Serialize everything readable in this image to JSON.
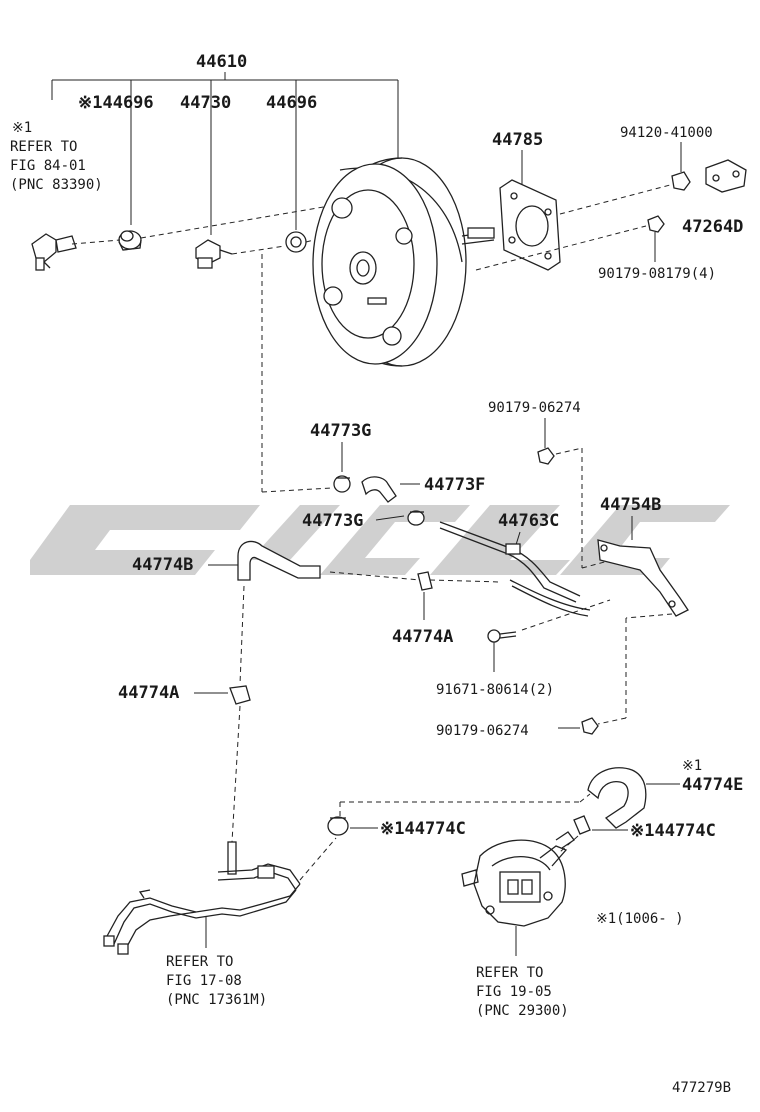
{
  "watermark": {
    "color": "#c8c8c8"
  },
  "labels": {
    "assembly": "44610",
    "p44696a": "※144696",
    "p44730": "44730",
    "p44696b": "44696",
    "note1_mark": "※1",
    "refer1_l1": "REFER TO",
    "refer1_l2": "FIG 84-01",
    "refer1_l3": "(PNC 83390)",
    "p44785": "44785",
    "p94120": "94120-41000",
    "p47264d": "47264D",
    "p90179_08179": "90179-08179(4)",
    "p90179_06274a": "90179-06274",
    "p44773g_top": "44773G",
    "p44773f": "44773F",
    "p44773g_mid": "44773G",
    "p44763c": "44763C",
    "p44754b": "44754B",
    "p44774b": "44774B",
    "p44774a_mid": "44774A",
    "p91671": "91671-80614(2)",
    "p44774a_left": "44774A",
    "p90179_06274b": "90179-06274",
    "note1_mark_e": "※1",
    "p44774e": "44774E",
    "p44774c_left": "※144774C",
    "p44774c_right": "※144774C",
    "note_range": "※1(1006-      )",
    "refer2_l1": "REFER TO",
    "refer2_l2": "FIG 17-08",
    "refer2_l3": "(PNC 17361M)",
    "refer3_l1": "REFER TO",
    "refer3_l2": "FIG 19-05",
    "refer3_l3": "(PNC 29300)",
    "drawing_no": "477279B"
  }
}
